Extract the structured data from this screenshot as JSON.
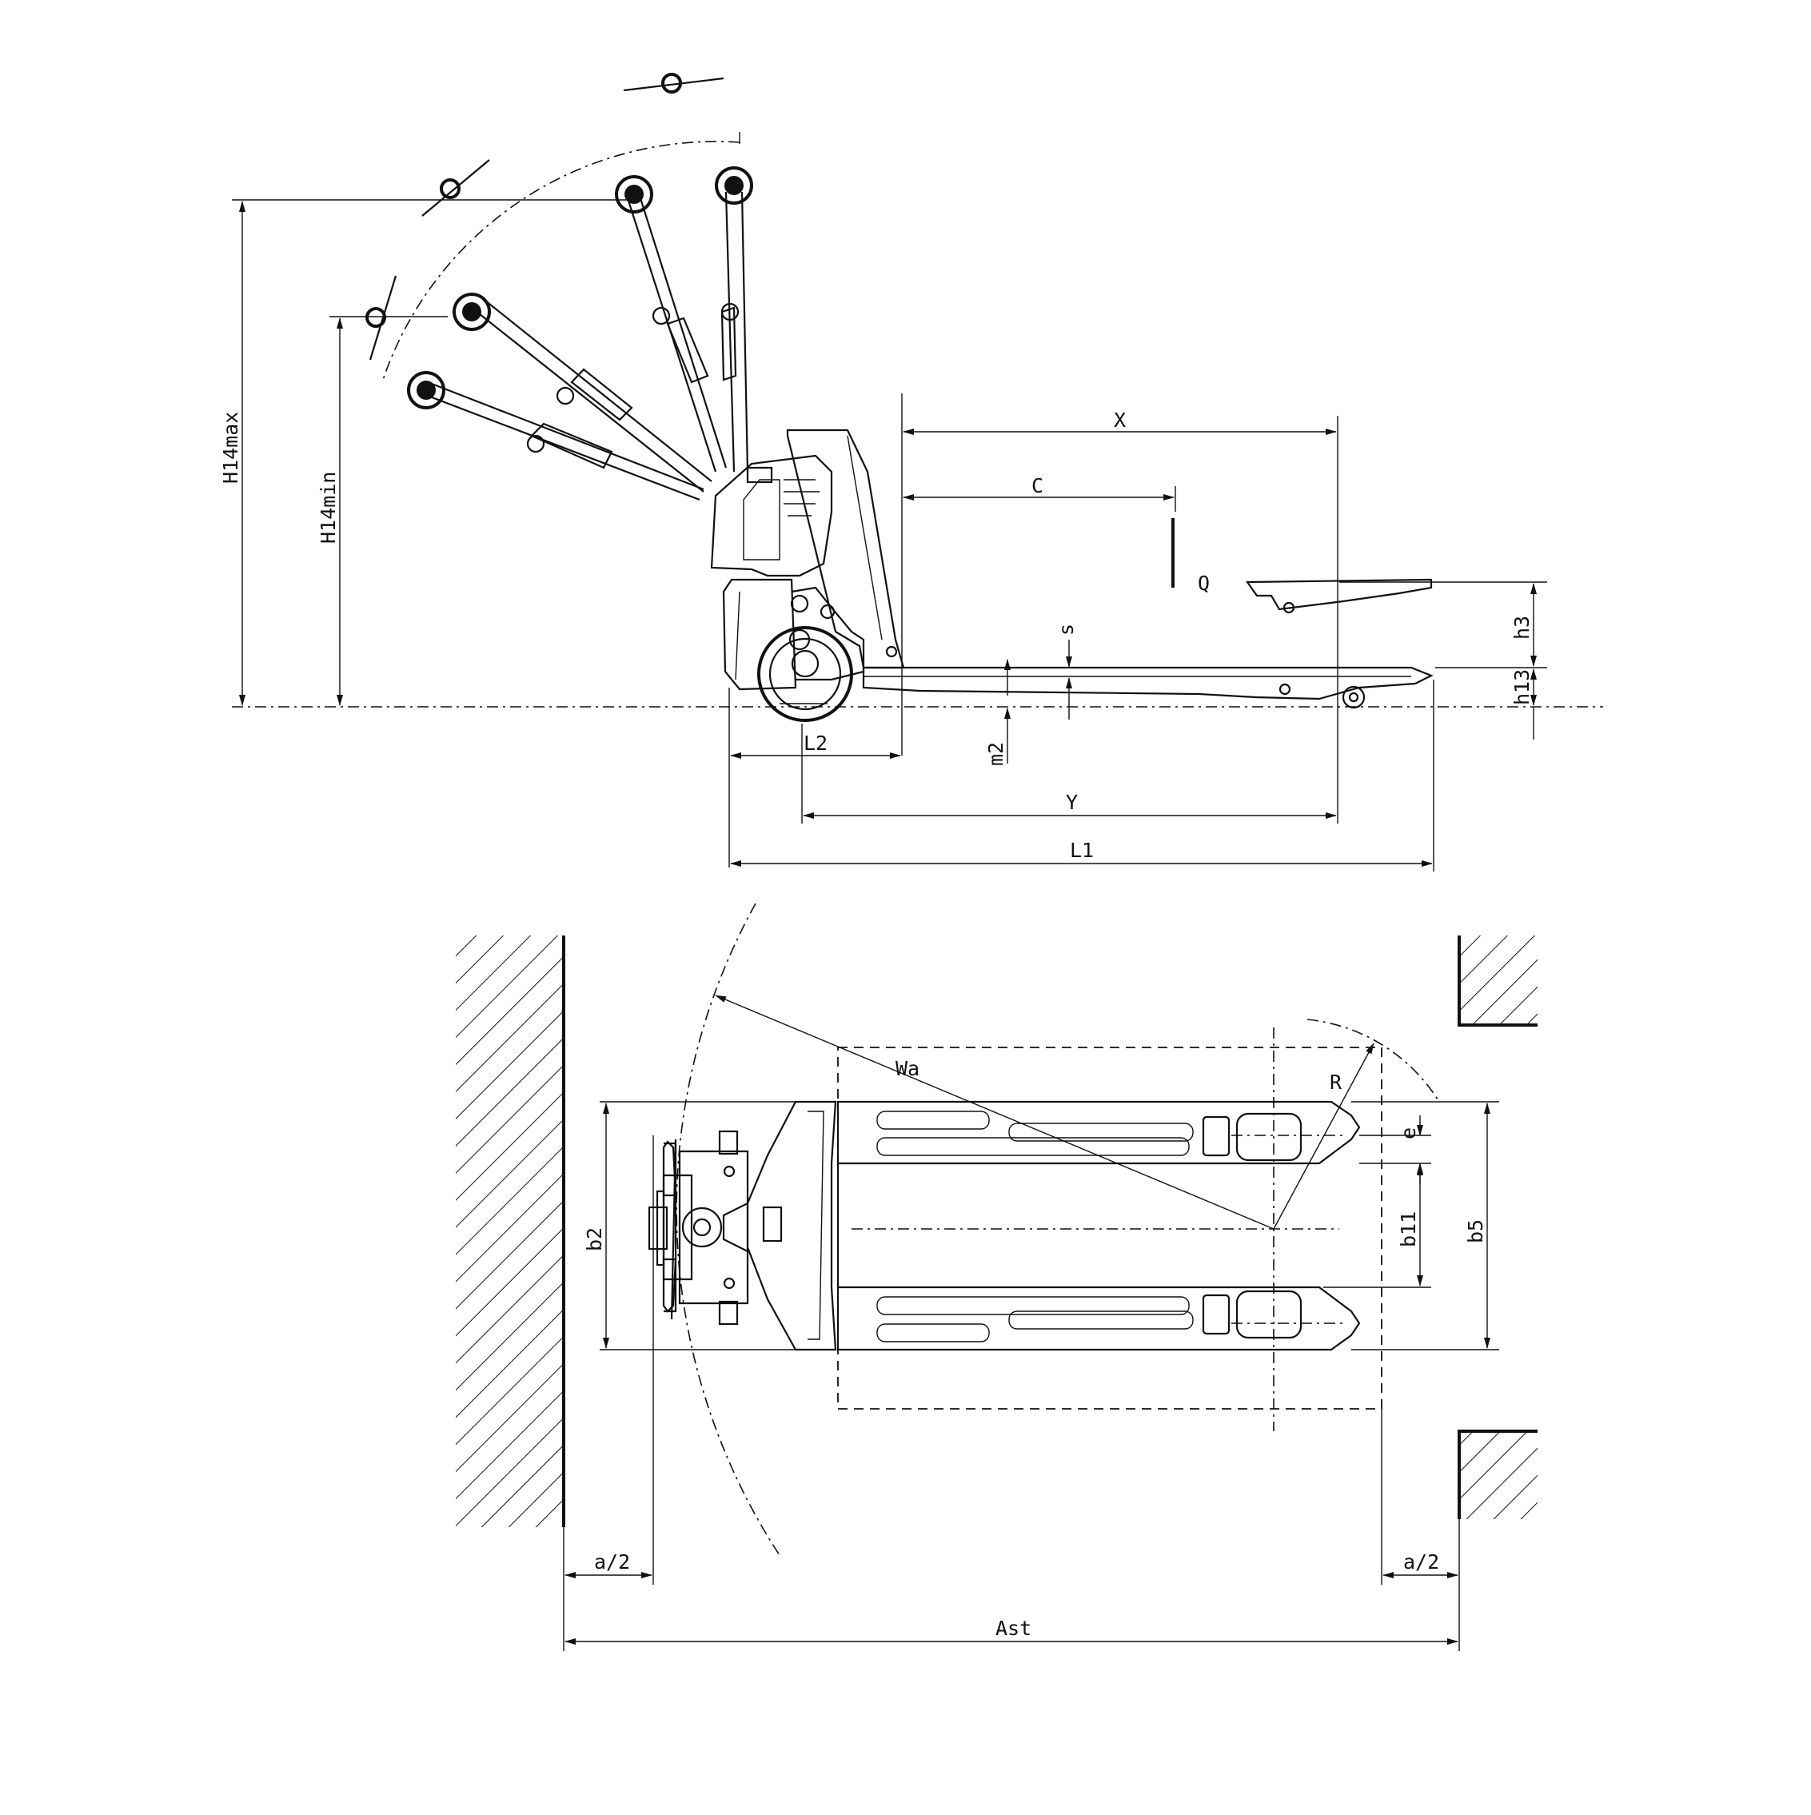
{
  "side_view": {
    "labels": {
      "X": "X",
      "C": "C",
      "Q": "Q",
      "s": "s",
      "h3": "h3",
      "h13": "h13",
      "m2": "m2",
      "L2": "L2",
      "Y": "Y",
      "L1": "L1",
      "H14max": "H14max",
      "H14min": "H14min"
    }
  },
  "top_view": {
    "labels": {
      "Wa": "Wa",
      "R": "R",
      "e": "e",
      "b11": "b11",
      "b5": "b5",
      "b2": "b2",
      "a2_left": "a/2",
      "a2_right": "a/2",
      "Ast": "Ast"
    }
  }
}
